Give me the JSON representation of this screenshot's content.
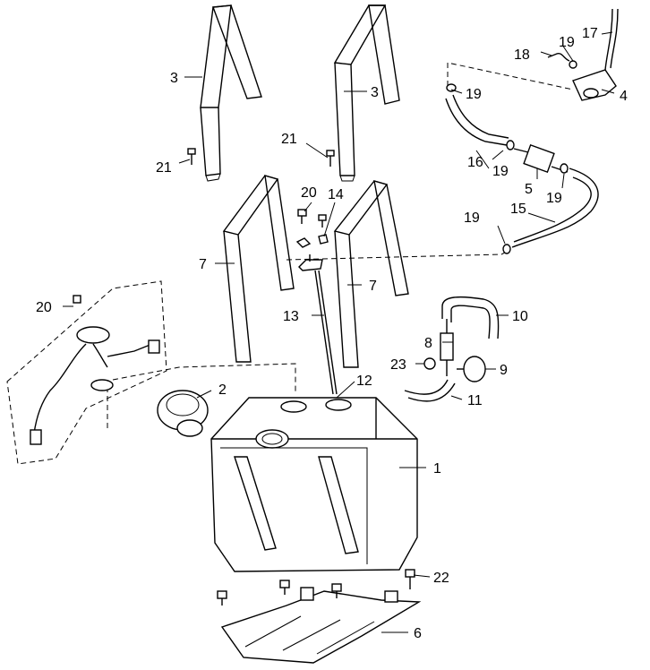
{
  "callouts": {
    "c1": "1",
    "c2": "2",
    "c3a": "3",
    "c3b": "3",
    "c4": "4",
    "c5": "5",
    "c6": "6",
    "c7a": "7",
    "c7b": "7",
    "c8": "8",
    "c9": "9",
    "c10": "10",
    "c11": "11",
    "c12": "12",
    "c13": "13",
    "c14": "14",
    "c15": "15",
    "c16": "16",
    "c17": "17",
    "c18": "18",
    "c19a": "19",
    "c19b": "19",
    "c19c": "19",
    "c19d": "19",
    "c19e": "19",
    "c20a": "20",
    "c20b": "20",
    "c21a": "21",
    "c21b": "21",
    "c22": "22",
    "c23": "23"
  }
}
